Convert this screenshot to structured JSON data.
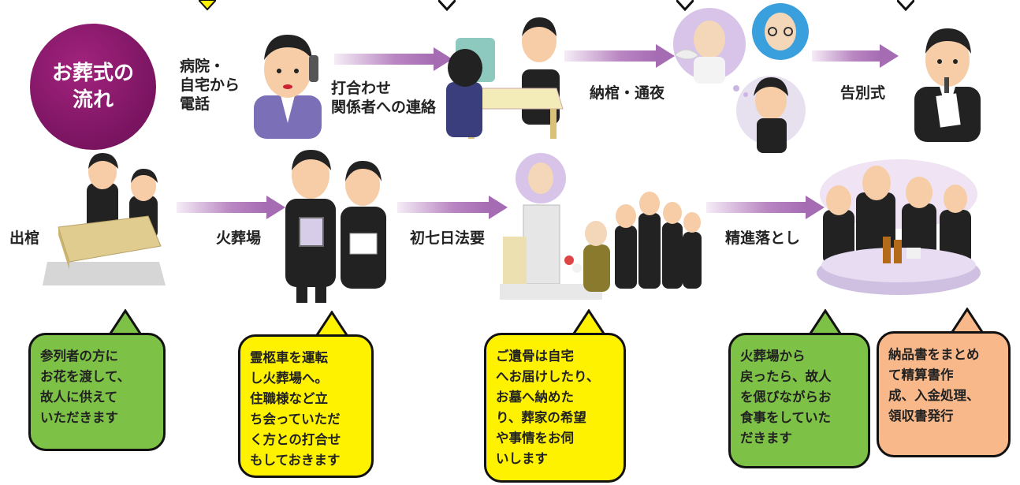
{
  "title": "お葬式の\n流れ",
  "steps": {
    "call": "病院・\n自宅から\n電話",
    "meeting": "打合わせ\n関係者への連絡",
    "wake": "納棺・通夜",
    "farewell": "告別式",
    "departure": "出棺",
    "crematorium": "火葬場",
    "memorial": "初七日法要",
    "meal": "精進落とし"
  },
  "callouts": {
    "flowers": "参列者の方に\nお花を渡して、\n故人に供えて\nいただきます",
    "hearse": "霊柩車を運転\nし火葬場へ。\n住職様など立\nち会っていただ\nく方との打合せ\nもしておきます",
    "remains": "ご遺骨は自宅\nへお届けしたり、\nお墓へ納めた\nり、葬家の希望\nや事情をお伺\nいします",
    "dinner": "火葬場から\n戻ったら、故人\nを偲びながらお\n食事をしていた\nだきます",
    "billing": "納品書をまとめ\nて精算書作\n成、入金処理、\n領収書発行"
  },
  "colors": {
    "title_bg": "#7a1461",
    "arrow": "#a56bb3",
    "green": "#7dc247",
    "yellow": "#fff200",
    "orange": "#f8b88a"
  }
}
